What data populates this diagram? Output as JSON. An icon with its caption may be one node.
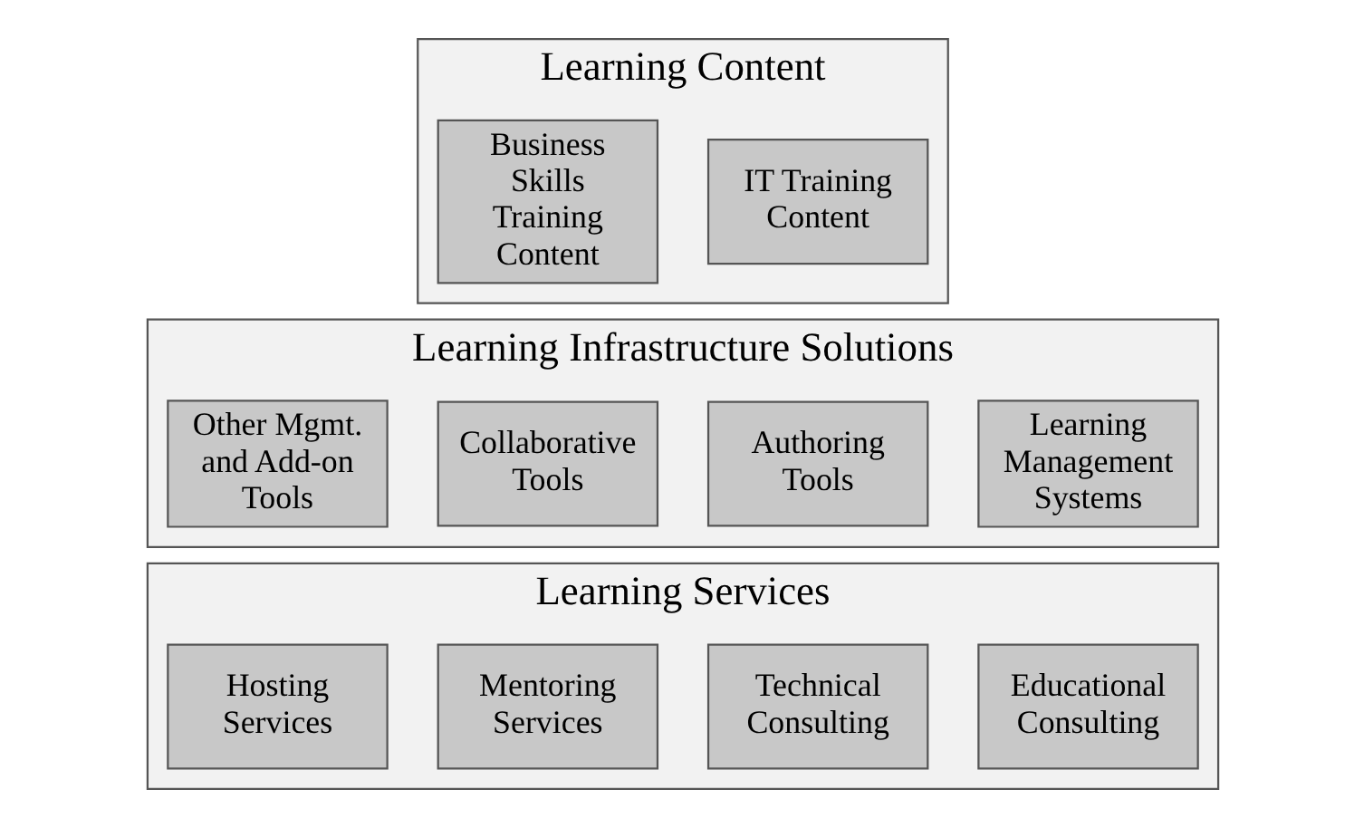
{
  "diagram": {
    "nodes": [
      {
        "text": [
          "Learning Content"
        ]
      },
      {
        "text": [
          "IT Training Content"
        ],
        "in": 0
      },
      {
        "text": [
          "Business Skills Training Content"
        ],
        "in": 0
      },
      {
        "text": [
          "Learning Infrastructure Solutions"
        ]
      },
      {
        "text": [
          "Learning Management Systems"
        ],
        "in": 3
      },
      {
        "text": [
          "Authoring Tools"
        ],
        "in": 3
      },
      {
        "text": [
          "Collaborative Tools"
        ],
        "in": 3
      },
      {
        "text": [
          "Other Mgmt. and Add-on Tools"
        ],
        "in": 3
      },
      {
        "text": [
          "Learning Services"
        ]
      },
      {
        "text": [
          "Educational Consulting"
        ],
        "in": 8
      },
      {
        "text": [
          "Technical Consulting"
        ],
        "in": 8
      },
      {
        "text": [
          "Mentoring Services"
        ],
        "in": 8
      },
      {
        "text": [
          "Hosting Services"
        ],
        "in": 8
      }
    ]
  }
}
